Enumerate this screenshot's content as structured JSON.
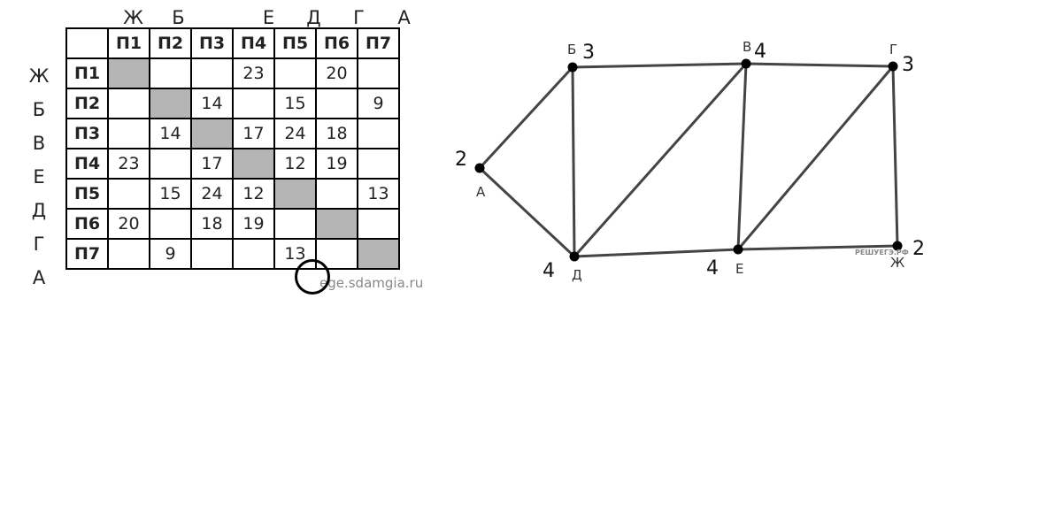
{
  "table": {
    "top_letters": [
      "Ж",
      "Б",
      "",
      "Е",
      "Д",
      "Г",
      "А"
    ],
    "side_letters": [
      "Ж",
      "Б",
      "В",
      "Е",
      "Д",
      "Г",
      "А"
    ],
    "col_headers": [
      "П1",
      "П2",
      "П3",
      "П4",
      "П5",
      "П6",
      "П7"
    ],
    "rows": [
      {
        "header": "П1",
        "cells": [
          "",
          "",
          "",
          "23",
          "",
          "20",
          ""
        ]
      },
      {
        "header": "П2",
        "cells": [
          "",
          "",
          "14",
          "",
          "15",
          "",
          "9"
        ]
      },
      {
        "header": "П3",
        "cells": [
          "",
          "14",
          "",
          "17",
          "24",
          "18",
          ""
        ]
      },
      {
        "header": "П4",
        "cells": [
          "23",
          "",
          "17",
          "",
          "12",
          "19",
          ""
        ]
      },
      {
        "header": "П5",
        "cells": [
          "",
          "15",
          "24",
          "12",
          "",
          "",
          "13"
        ]
      },
      {
        "header": "П6",
        "cells": [
          "20",
          "",
          "18",
          "19",
          "",
          "",
          ""
        ]
      },
      {
        "header": "П7",
        "cells": [
          "",
          "9",
          "",
          "",
          "13",
          "",
          ""
        ]
      }
    ],
    "highlighted_value": "13",
    "watermark": "ege.sdamgia.ru"
  },
  "graph": {
    "vertices": [
      {
        "name": "Б",
        "weight": "3"
      },
      {
        "name": "В",
        "weight": "4"
      },
      {
        "name": "Г",
        "weight": "3"
      },
      {
        "name": "А",
        "weight": "2"
      },
      {
        "name": "Д",
        "weight": "4"
      },
      {
        "name": "Е",
        "weight": "4"
      },
      {
        "name": "Ж",
        "weight": "2"
      }
    ],
    "edges": [
      [
        "А",
        "Б"
      ],
      [
        "А",
        "Д"
      ],
      [
        "Б",
        "В"
      ],
      [
        "В",
        "Г"
      ],
      [
        "Б",
        "Д"
      ],
      [
        "Д",
        "В"
      ],
      [
        "В",
        "Е"
      ],
      [
        "Д",
        "Е"
      ],
      [
        "Е",
        "Г"
      ],
      [
        "Г",
        "Ж"
      ],
      [
        "Е",
        "Ж"
      ]
    ],
    "brand": "РЕШУЕГЭ.РФ"
  }
}
